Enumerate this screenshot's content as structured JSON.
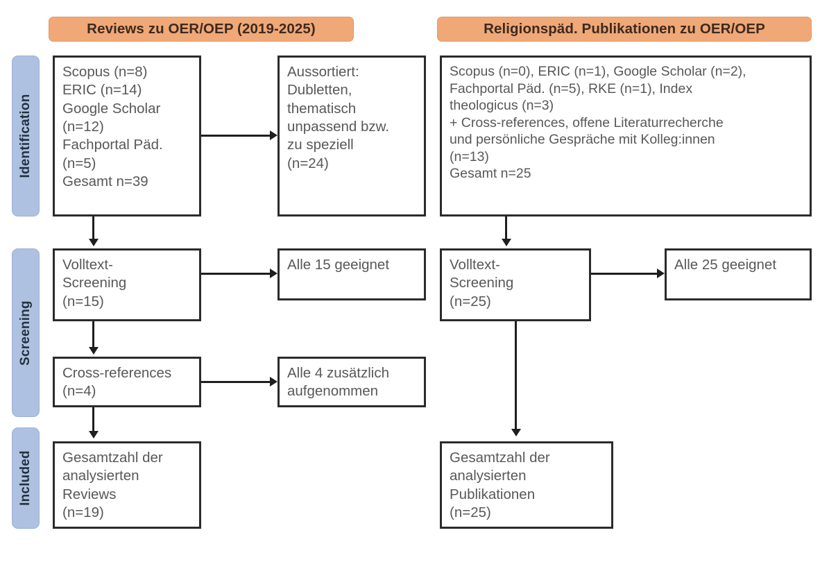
{
  "diagram": {
    "title": "PRISMA Flussdiagramm",
    "colors": {
      "header_fill": "#F0A877",
      "stage_fill": "#AEC1E1",
      "box_border": "#2B2B2B",
      "text": "#58585A",
      "connector": "#1E1E1E"
    }
  },
  "headers": {
    "left": "Reviews zu OER/OEP (2019-2025)",
    "right": "Religionspäd. Publikationen zu OER/OEP"
  },
  "stages": [
    {
      "label": "Identification"
    },
    {
      "label": "Screening"
    },
    {
      "label": "Included"
    }
  ],
  "left_column": {
    "identification": "Scopus (n=8)\nERIC (n=14)\nGoogle Scholar\n(n=12)\nFachportal Päd.\n(n=5)\nGesamt n=39",
    "excluded": "Aussortiert:\nDubletten,\nthematisch\nunpassend bzw.\nzu speziell\n(n=24)",
    "screening": "Volltext-\nScreening\n(n=15)",
    "screening_result": "Alle 15 geeignet",
    "cross_references": "Cross-references\n(n=4)",
    "cross_references_result": "Alle 4 zusätzlich\naufgenommen",
    "included": "Gesamtzahl der\nanalysierten\nReviews\n(n=19)"
  },
  "right_column": {
    "identification": "Scopus (n=0), ERIC (n=1), Google Scholar (n=2),\nFachportal Päd. (n=5), RKE (n=1), Index\ntheologicus (n=3)\n+ Cross-references, offene Literaturrecherche\nund persönliche Gespräche mit Kolleg:innen\n(n=13)\nGesamt n=25",
    "screening": "Volltext-\nScreening\n(n=25)",
    "screening_result": "Alle 25 geeignet",
    "included": "Gesamtzahl der\nanalysierten\nPublikationen\n(n=25)"
  },
  "chart_data": {
    "type": "diagram",
    "title": "PRISMA-Flussdiagramm Literaturrecherche OER/OEP",
    "flows": [
      {
        "column": "Reviews zu OER/OEP (2019-2025)",
        "stage_identification": {
          "sources": [
            {
              "name": "Scopus",
              "n": 8
            },
            {
              "name": "ERIC",
              "n": 14
            },
            {
              "name": "Google Scholar",
              "n": 12
            },
            {
              "name": "Fachportal Päd.",
              "n": 5
            }
          ],
          "total": 39,
          "excluded": {
            "reason": "Dubletten, thematisch unpassend bzw. zu speziell",
            "n": 24
          }
        },
        "stage_screening": [
          {
            "name": "Volltext-Screening",
            "n": 15,
            "result": "Alle 15 geeignet"
          },
          {
            "name": "Cross-references",
            "n": 4,
            "result": "Alle 4 zusätzlich aufgenommen"
          }
        ],
        "stage_included": {
          "name": "Gesamtzahl der analysierten Reviews",
          "n": 19
        }
      },
      {
        "column": "Religionspäd. Publikationen zu OER/OEP",
        "stage_identification": {
          "sources": [
            {
              "name": "Scopus",
              "n": 0
            },
            {
              "name": "ERIC",
              "n": 1
            },
            {
              "name": "Google Scholar",
              "n": 2
            },
            {
              "name": "Fachportal Päd.",
              "n": 5
            },
            {
              "name": "RKE",
              "n": 1
            },
            {
              "name": "Index theologicus",
              "n": 3
            },
            {
              "name": "Cross-references, offene Literaturrecherche und persönliche Gespräche mit Kolleg:innen",
              "n": 13
            }
          ],
          "total": 25
        },
        "stage_screening": [
          {
            "name": "Volltext-Screening",
            "n": 25,
            "result": "Alle 25 geeignet"
          }
        ],
        "stage_included": {
          "name": "Gesamtzahl der analysierten Publikationen",
          "n": 25
        }
      }
    ]
  }
}
